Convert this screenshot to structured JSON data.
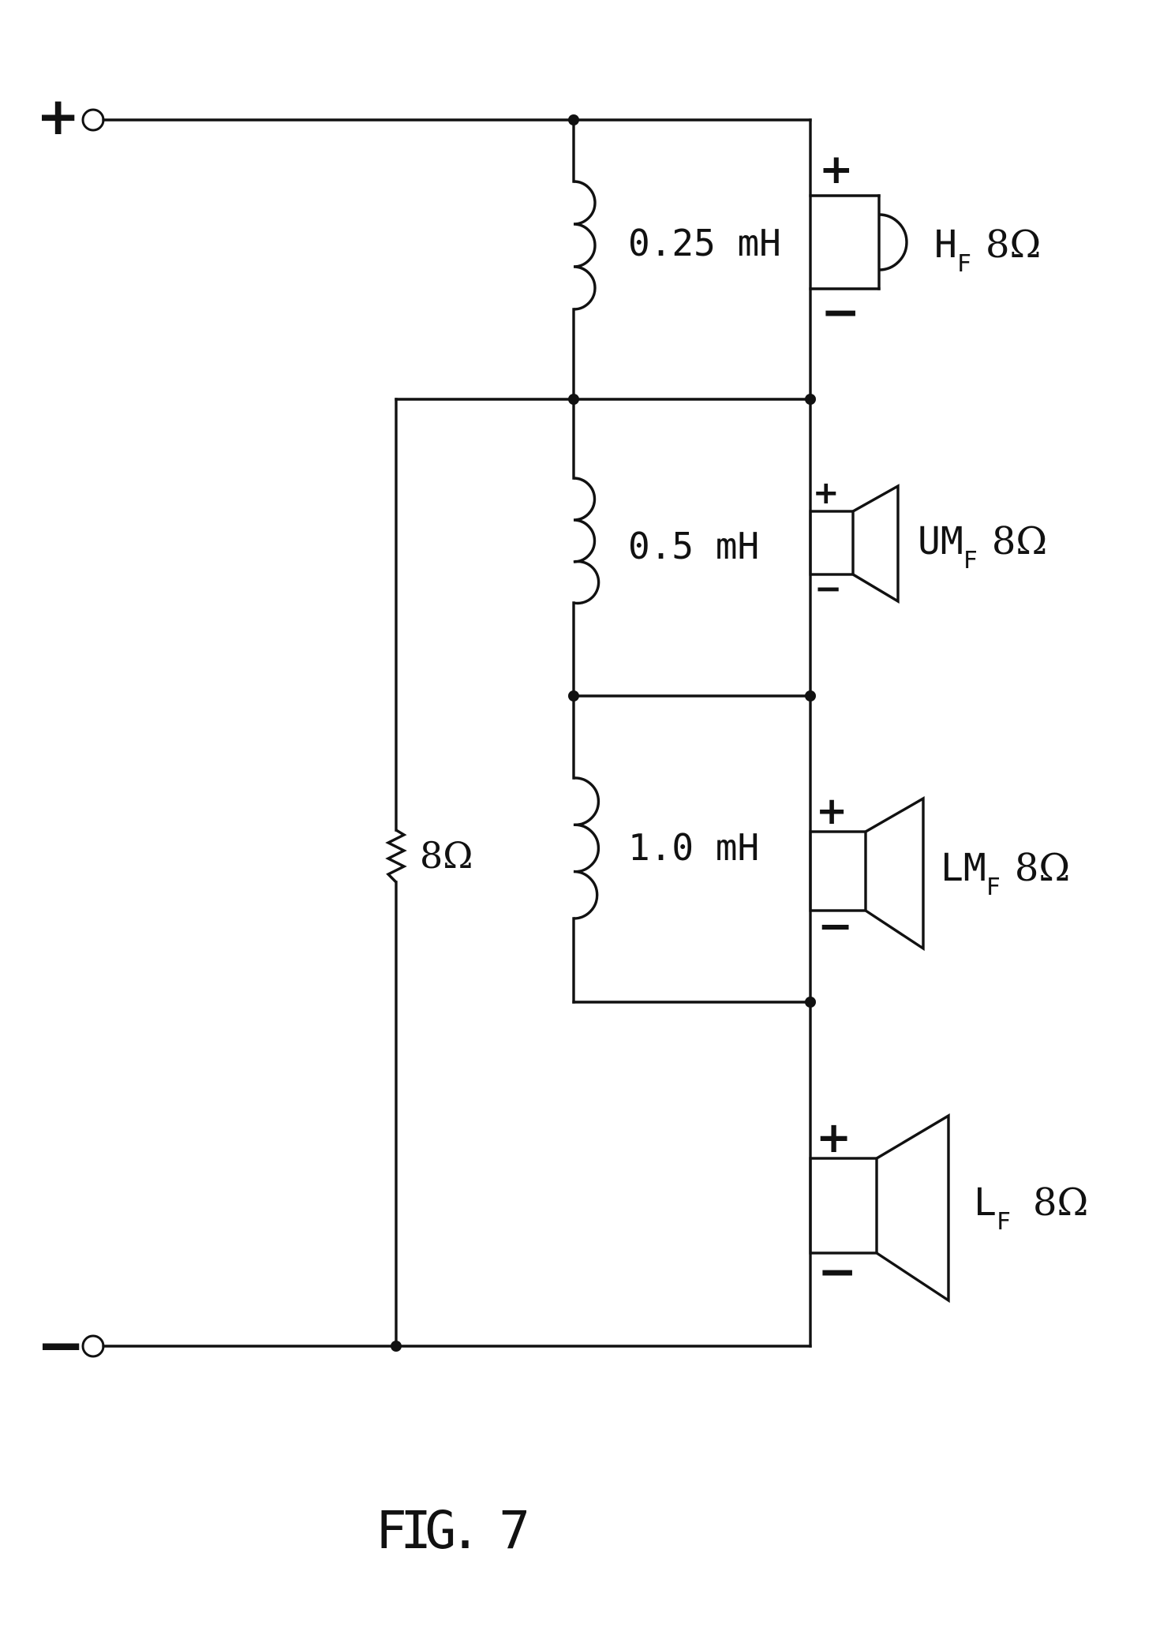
{
  "figure_caption": "FIG. 7",
  "input_terminals": {
    "positive": "+",
    "negative": "−"
  },
  "inductors": [
    {
      "value": "0.25 mH"
    },
    {
      "value": "0.5 mH"
    },
    {
      "value": "1.0 mH"
    }
  ],
  "resistor": {
    "value": "8Ω"
  },
  "speakers": [
    {
      "base": "H",
      "sub": "F",
      "impedance": "8Ω",
      "plus": "+",
      "minus": "−"
    },
    {
      "base": "UM",
      "sub": "F",
      "impedance": "8Ω",
      "plus": "+",
      "minus": "−"
    },
    {
      "base": "LM",
      "sub": "F",
      "impedance": "8Ω",
      "plus": "+",
      "minus": "−"
    },
    {
      "base": "L",
      "sub": "F",
      "impedance": "8Ω",
      "plus": "+",
      "minus": "−"
    }
  ]
}
